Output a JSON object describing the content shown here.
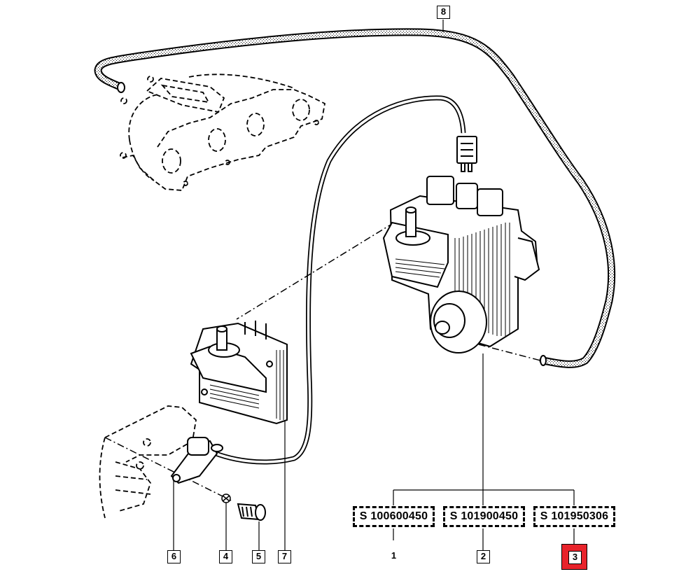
{
  "diagram": {
    "type": "exploded-parts-diagram",
    "subject": "ignition system assembly",
    "highlight_color": "#e8232b",
    "line_color": "#000000",
    "background_color": "#ffffff"
  },
  "callouts": [
    {
      "id": "1",
      "label": "1",
      "boxed": false,
      "highlighted": false
    },
    {
      "id": "2",
      "label": "2",
      "boxed": true,
      "highlighted": false
    },
    {
      "id": "3",
      "label": "3",
      "boxed": true,
      "highlighted": true
    },
    {
      "id": "4",
      "label": "4",
      "boxed": true,
      "highlighted": false
    },
    {
      "id": "5",
      "label": "5",
      "boxed": true,
      "highlighted": false
    },
    {
      "id": "6",
      "label": "6",
      "boxed": true,
      "highlighted": false
    },
    {
      "id": "7",
      "label": "7",
      "boxed": true,
      "highlighted": false
    },
    {
      "id": "8",
      "label": "8",
      "boxed": true,
      "highlighted": false
    }
  ],
  "part_references": [
    {
      "code": "S 100600450",
      "callout": "1"
    },
    {
      "code": "S 101900450",
      "callout": "2"
    },
    {
      "code": "S 101950306",
      "callout": "3"
    }
  ],
  "components": [
    {
      "name": "exhaust-manifold",
      "style": "dashed-outline"
    },
    {
      "name": "vacuum-hose",
      "callout": "8"
    },
    {
      "name": "ignition-module-assembly",
      "callout": "1-3"
    },
    {
      "name": "ignition-coil",
      "callout": "7"
    },
    {
      "name": "crankshaft-sensor",
      "callout": "6"
    },
    {
      "name": "washer",
      "callout": "4"
    },
    {
      "name": "bolt",
      "callout": "5"
    },
    {
      "name": "sensor-wire-connector"
    },
    {
      "name": "engine-block-bracket",
      "style": "dashed-outline"
    }
  ]
}
